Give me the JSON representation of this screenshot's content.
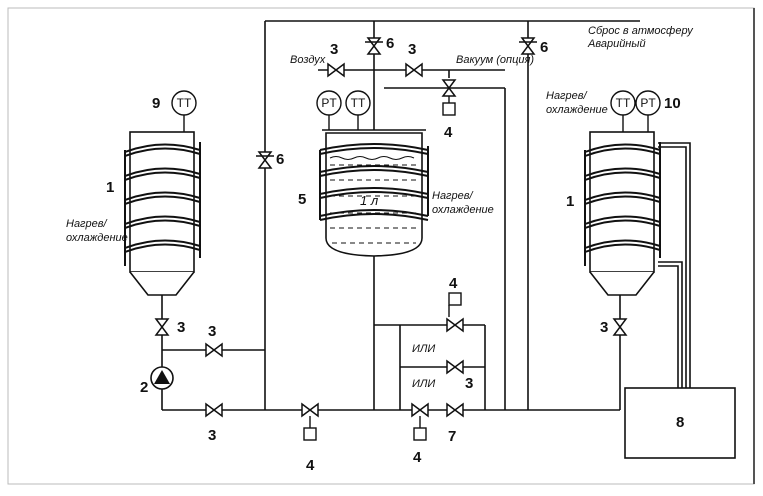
{
  "numbers": {
    "n1_left": "1",
    "n1_right": "1",
    "n2": "2",
    "n3_a": "3",
    "n3_b": "3",
    "n3_c": "3",
    "n3_d": "3",
    "n3_e": "3",
    "n3_f": "3",
    "n3_g": "3",
    "n4_a": "4",
    "n4_b": "4",
    "n4_c": "4",
    "n4_d": "4",
    "n5": "5",
    "n6_a": "6",
    "n6_b": "6",
    "n6_c": "6",
    "n7": "7",
    "n8": "8",
    "n9": "9",
    "n10": "10"
  },
  "labels": {
    "air": "Воздух",
    "vacuum": "Вакуум (опция)",
    "vent_line1": "Сброс в атмосферу",
    "vent_line2": "Аварийный",
    "heat_left_1": "Нагрев/",
    "heat_left_2": "охлаждение",
    "heat_mid_1": "Нагрев/",
    "heat_mid_2": "охлаждение",
    "heat_right_1": "Нагрев/",
    "heat_right_2": "охлаждение",
    "volume": "1 л",
    "or_1": "ИЛИ",
    "or_2": "ИЛИ"
  },
  "instruments": {
    "tt_left": "TT",
    "pt_mid": "PT",
    "tt_mid": "TT",
    "tt_right": "TT",
    "pt_right": "PT"
  }
}
